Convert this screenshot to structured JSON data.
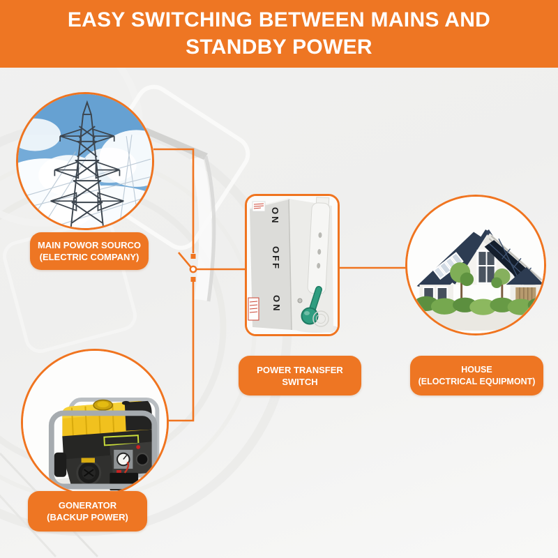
{
  "header": {
    "title_line1": "EASY SWITCHING BETWEEN MAINS AND",
    "title_line2": "STANDBY POWER"
  },
  "diagram": {
    "main_power": {
      "label_line1": "MAIN POWOR SOURCO",
      "label_line2": "(ELECTRIC COMPANY)",
      "photo": "transmission-tower-photo"
    },
    "generator": {
      "label_line1": "GONERATOR",
      "label_line2": "(BACKUP POWER)",
      "photo": "portable-generator-photo"
    },
    "transfer_switch": {
      "label_line1": "POWER TRANSFER",
      "label_line2": "SWITCH",
      "photo": "transfer-switch-photo",
      "markings": [
        "ON",
        "OFF",
        "ON"
      ]
    },
    "house": {
      "label_line1": "HOUSE",
      "label_line2": "(ELOCTRICAL EQUIPMONT)",
      "photo": "solar-house-photo"
    }
  },
  "colors": {
    "accent_orange": "#ee7623",
    "wire_orange": "#f0741f",
    "lever_green": "#2f9d80",
    "sky_blue": "#74abd8",
    "roof_navy": "#2d3c52",
    "generator_yellow": "#f1c11e"
  }
}
